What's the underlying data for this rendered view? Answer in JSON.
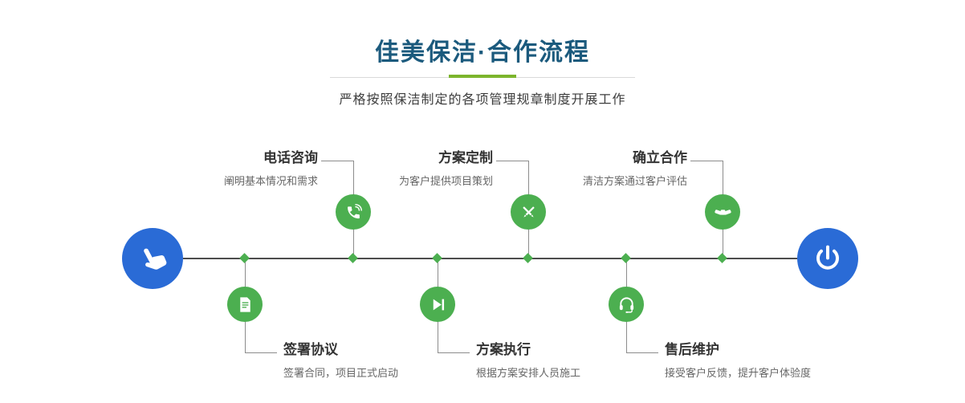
{
  "header": {
    "title": "佳美保洁·合作流程",
    "subtitle": "严格按照保洁制定的各项管理规章制度开展工作"
  },
  "timeline": {
    "start_icon": "hand-pointer-icon",
    "end_icon": "power-icon",
    "steps": [
      {
        "title": "电话咨询",
        "description": "阐明基本情况和需求",
        "icon": "phone-icon",
        "position": "top"
      },
      {
        "title": "方案定制",
        "description": "为客户提供项目策划",
        "icon": "design-pencils-icon",
        "position": "top"
      },
      {
        "title": "确立合作",
        "description": "清洁方案通过客户评估",
        "icon": "handshake-icon",
        "position": "top"
      },
      {
        "title": "签署协议",
        "description": "签署合同，项目正式启动",
        "icon": "contract-icon",
        "position": "bottom"
      },
      {
        "title": "方案执行",
        "description": "根据方案安排人员施工",
        "icon": "play-execute-icon",
        "position": "bottom"
      },
      {
        "title": "售后维护",
        "description": "接受客户反馈，提升客户体验度",
        "icon": "headset-service-icon",
        "position": "bottom"
      }
    ]
  },
  "colors": {
    "title_blue": "#1b5a7d",
    "accent_green": "#4caf50",
    "accent_blue": "#2a6bd6",
    "divider_green": "#7cb52c"
  }
}
